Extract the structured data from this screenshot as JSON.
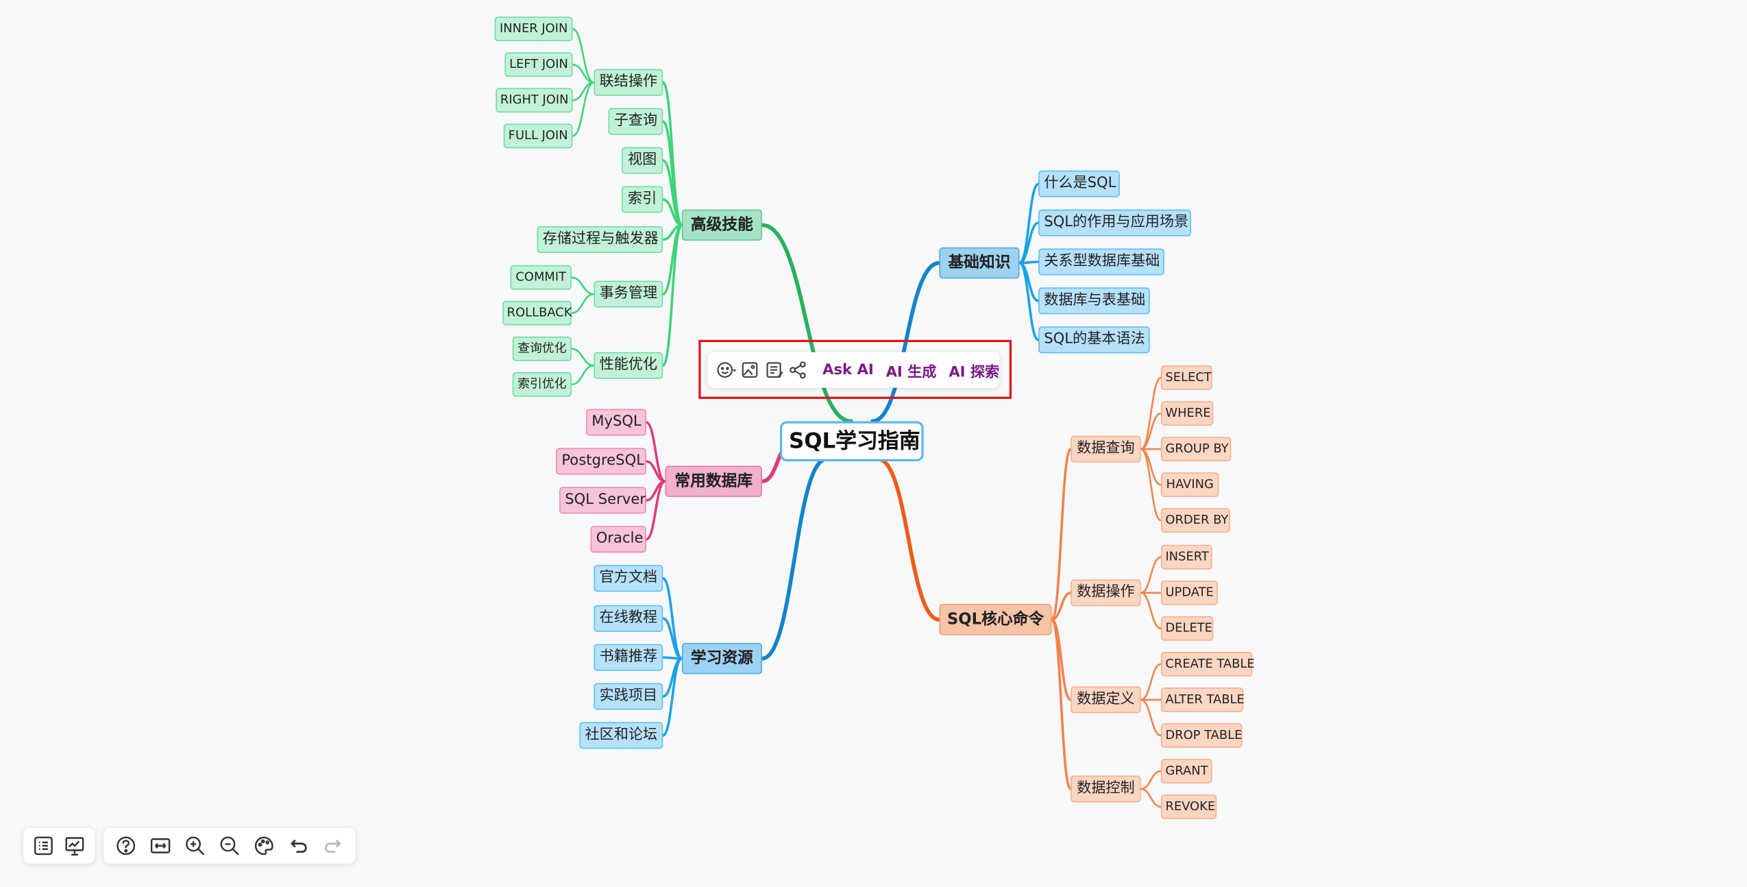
{
  "mindmap": {
    "root": "SQL学习指南",
    "branches": [
      {
        "label": "高级技能",
        "children": [
          {
            "label": "联结操作",
            "children": [
              "INNER JOIN",
              "LEFT JOIN",
              "RIGHT JOIN",
              "FULL JOIN"
            ]
          },
          {
            "label": "子查询"
          },
          {
            "label": "视图"
          },
          {
            "label": "索引"
          },
          {
            "label": "存储过程与触发器"
          },
          {
            "label": "事务管理",
            "children": [
              "COMMIT",
              "ROLLBACK"
            ]
          },
          {
            "label": "性能优化",
            "children": [
              "查询优化",
              "索引优化"
            ]
          }
        ]
      },
      {
        "label": "常用数据库",
        "children": [
          {
            "label": "MySQL"
          },
          {
            "label": "PostgreSQL"
          },
          {
            "label": "SQL Server"
          },
          {
            "label": "Oracle"
          }
        ]
      },
      {
        "label": "学习资源",
        "children": [
          {
            "label": "官方文档"
          },
          {
            "label": "在线教程"
          },
          {
            "label": "书籍推荐"
          },
          {
            "label": "实践项目"
          },
          {
            "label": "社区和论坛"
          }
        ]
      },
      {
        "label": "基础知识",
        "children": [
          {
            "label": "什么是SQL"
          },
          {
            "label": "SQL的作用与应用场景"
          },
          {
            "label": "关系型数据库基础"
          },
          {
            "label": "数据库与表基础"
          },
          {
            "label": "SQL的基本语法"
          }
        ]
      },
      {
        "label": "SQL核心命令",
        "children": [
          {
            "label": "数据查询",
            "children": [
              "SELECT",
              "WHERE",
              "GROUP BY",
              "HAVING",
              "ORDER BY"
            ]
          },
          {
            "label": "数据操作",
            "children": [
              "INSERT",
              "UPDATE",
              "DELETE"
            ]
          },
          {
            "label": "数据定义",
            "children": [
              "CREATE TABLE",
              "ALTER TABLE",
              "DROP TABLE"
            ]
          },
          {
            "label": "数据控制",
            "children": [
              "GRANT",
              "REVOKE"
            ]
          }
        ]
      }
    ]
  },
  "context_toolbar": {
    "ask_ai": "Ask AI",
    "ai_generate": "AI 生成",
    "ai_explore": "AI 探索"
  },
  "icons": {
    "context_toolbar": [
      "emoji-icon",
      "image-icon",
      "note-icon",
      "relation-icon"
    ],
    "bottom_left": [
      "outline-icon",
      "presentation-icon"
    ],
    "bottom_right": [
      "help-icon",
      "fit-width-icon",
      "zoom-in-icon",
      "zoom-out-icon",
      "theme-icon",
      "undo-icon",
      "redo-icon"
    ]
  },
  "colors": {
    "selection_border": "#e1141c",
    "ai_text": "#7a1b86",
    "branch_green": "#26b15f",
    "branch_green_light": "#3fd27a",
    "branch_pink": "#dd3c7c",
    "branch_blue": "#1384c9",
    "branch_blue_light": "#1aa1e6",
    "branch_orange": "#ec5c1a",
    "branch_orange_light": "#f3834b"
  }
}
